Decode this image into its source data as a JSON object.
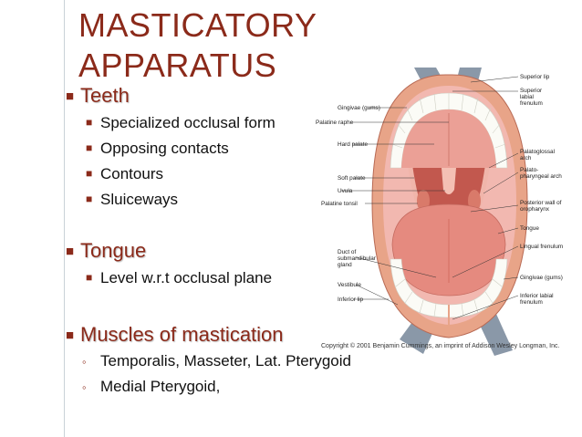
{
  "slide": {
    "title_line1": "MASTICATORY",
    "title_line2": "APPARATUS",
    "teeth": {
      "heading": "Teeth",
      "items": [
        "Specialized occlusal form",
        "Opposing contacts",
        "Contours",
        "Sluiceways"
      ]
    },
    "tongue": {
      "heading": "Tongue",
      "items": [
        "Level w.r.t occlusal plane"
      ]
    },
    "muscles": {
      "heading": "Muscles of mastication",
      "items": [
        "Temporalis, Masseter, Lat. Pterygoid",
        "Medial Pterygoid,"
      ]
    }
  },
  "diagram": {
    "labels_left": [
      "Gingivae (gums)",
      "Palatine raphe",
      "Hard palate",
      "Soft palate",
      "Uvula",
      "Palatine tonsil",
      "Duct of",
      "submandibular",
      "gland",
      "Vestibule",
      "Inferior lip"
    ],
    "labels_right": [
      "Superior lip",
      "Superior",
      "labial",
      "frenulum",
      "Palatoglossal",
      "arch",
      "Palato-",
      "pharyngeal arch",
      "Posterior wall of",
      "oropharynx",
      "Tongue",
      "Lingual frenulum",
      "Gingivae (gums)",
      "Inferior labial",
      "frenulum"
    ],
    "copyright": "Copyright © 2001 Benjamin Cummings, an imprint of Addison Wesley Longman, Inc."
  },
  "colors": {
    "title": "#8b2a1a",
    "lip": "#e8a488",
    "gum": "#f2b8b0",
    "tongue": "#e58a7f",
    "throat": "#c2584e"
  },
  "icons": {
    "level1_marker": "square-bullet-icon",
    "level2_marker": "square-bullet-icon",
    "level3_marker": "ring-bullet-icon"
  }
}
